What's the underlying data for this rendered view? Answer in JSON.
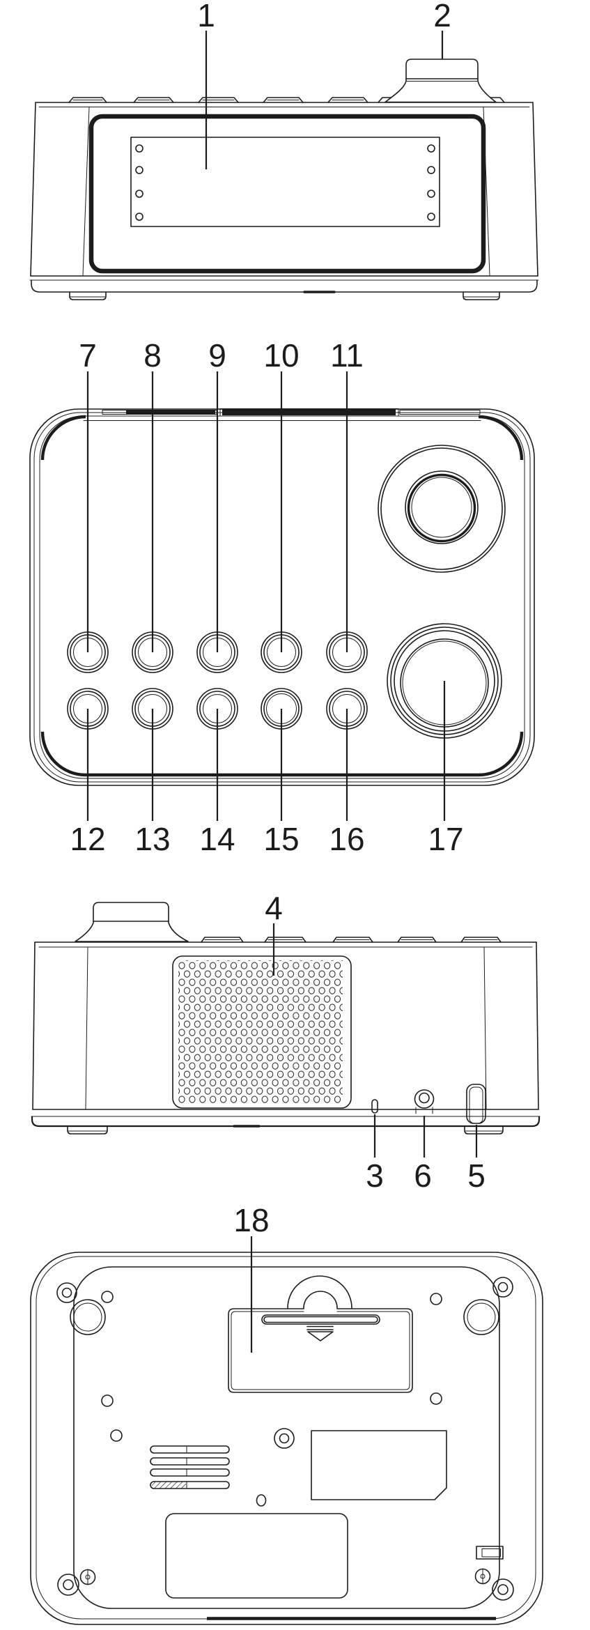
{
  "figure": {
    "callouts": {
      "front": [
        "1",
        "2"
      ],
      "top_upper": [
        "7",
        "8",
        "9",
        "10",
        "11"
      ],
      "top_lower": [
        "12",
        "13",
        "14",
        "15",
        "16",
        "17"
      ],
      "back_top": [
        "4"
      ],
      "back_bottom": [
        "3",
        "6",
        "5"
      ],
      "bottom": [
        "18"
      ]
    }
  }
}
